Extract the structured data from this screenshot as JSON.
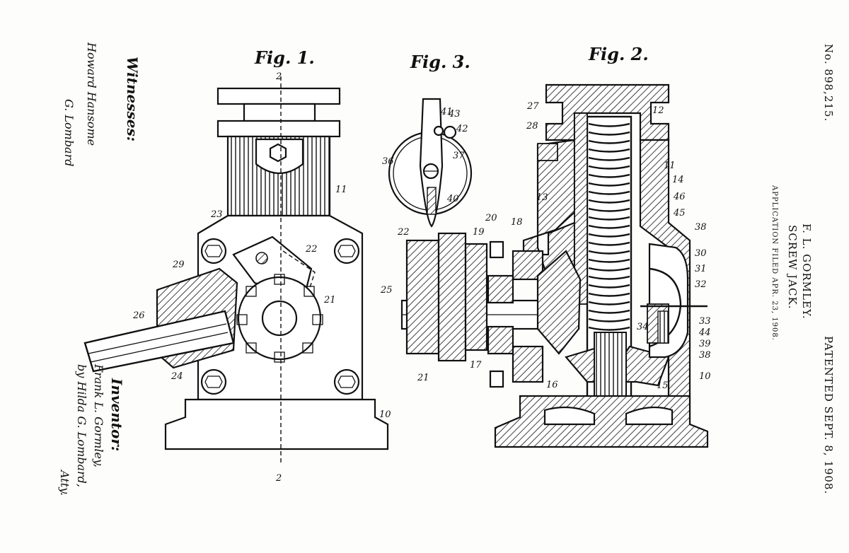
{
  "header": {
    "patent_number": "No. 898,215.",
    "patented_date": "PATENTED SEPT. 8, 1908.",
    "inventor_initials": "F. L. GORMLEY.",
    "title": "SCREW JACK.",
    "application": "APPLICATION FILED APR. 23, 1908."
  },
  "figures": {
    "fig1": {
      "title": "Fig. 1.",
      "labels": [
        "2",
        "11",
        "23",
        "22",
        "29",
        "26",
        "21",
        "24",
        "10",
        "2"
      ]
    },
    "fig2": {
      "title": "Fig. 2.",
      "labels": [
        "12",
        "27",
        "28",
        "11",
        "14",
        "13",
        "46",
        "45",
        "38",
        "30",
        "31",
        "32",
        "20",
        "18",
        "19",
        "22",
        "25",
        "33",
        "34",
        "44",
        "39",
        "38",
        "21",
        "17",
        "16",
        "15",
        "10"
      ]
    },
    "fig3": {
      "title": "Fig. 3.",
      "labels": [
        "41",
        "43",
        "42",
        "36",
        "37",
        "40"
      ]
    }
  },
  "witnesses": {
    "heading": "Witnesses:",
    "name1": "Howard Hansome",
    "name2": "G. Lombard"
  },
  "inventor": {
    "heading": "Inventor:",
    "name": "Frank L. Gormley,",
    "by_line": "by Hilda G. Lombard,",
    "attorney": "Atty."
  }
}
